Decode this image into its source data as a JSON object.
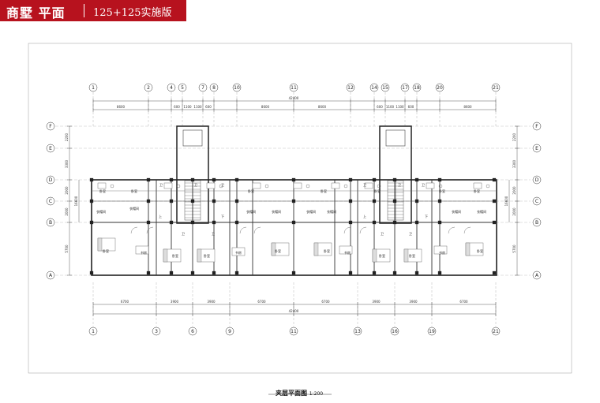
{
  "header": {
    "title": "商墅  平面",
    "subtitle": "125+125实施版",
    "bg_color": "#b7121e"
  },
  "caption": {
    "title": "夹层平面图",
    "scale": "1:200"
  },
  "overall_dimension": "42400",
  "grid_top": [
    "1",
    "2",
    "4",
    "5",
    "7",
    "8",
    "10",
    "11",
    "12",
    "14",
    "15",
    "17",
    "18",
    "20",
    "21"
  ],
  "grid_bottom": [
    "1",
    "3",
    "6",
    "9",
    "11",
    "13",
    "16",
    "19",
    "21"
  ],
  "grid_rows": [
    "F",
    "E",
    "D",
    "C",
    "B",
    "A"
  ],
  "dims_top": [
    "8600",
    "600",
    "1100",
    "1100",
    "600",
    "8600",
    "8600",
    "600",
    "1100",
    "1100",
    "600",
    "8600"
  ],
  "dims_bottom": [
    "6700",
    "3900",
    "3900",
    "6700",
    "6700",
    "3900",
    "3900",
    "6700"
  ],
  "dims_left": [
    "2200",
    "3300",
    "2000",
    "2000",
    "5700"
  ],
  "dims_left_total": "16600",
  "rooms": {
    "bedroom": "卧室",
    "study": "书房",
    "bathroom": "卫",
    "walkin": "衣帽间",
    "up": "上",
    "down": "下"
  }
}
